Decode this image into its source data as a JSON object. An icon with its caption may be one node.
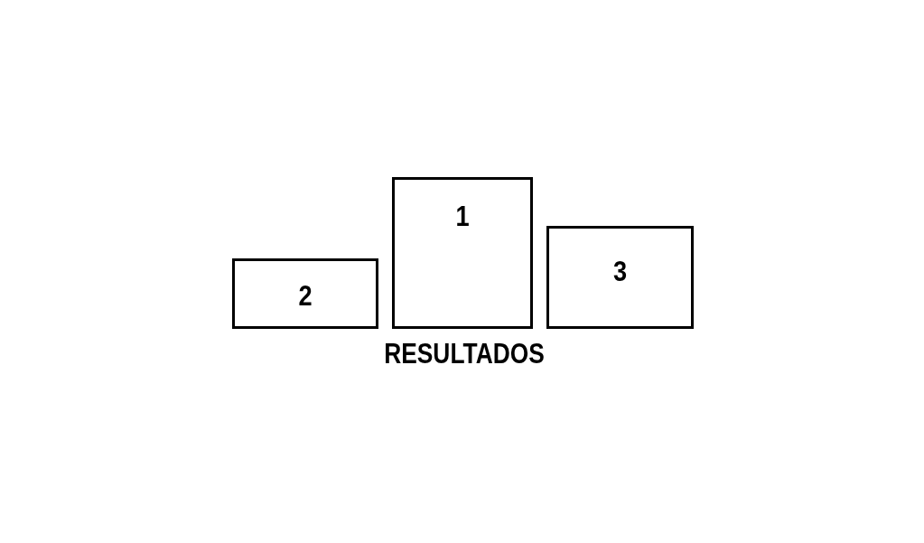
{
  "diagram": {
    "nodes": [
      {
        "text": [
          "2"
        ]
      },
      {
        "text": [
          "1"
        ]
      },
      {
        "text": [
          "3"
        ]
      }
    ],
    "labels": [
      "RESULTADOS"
    ]
  }
}
